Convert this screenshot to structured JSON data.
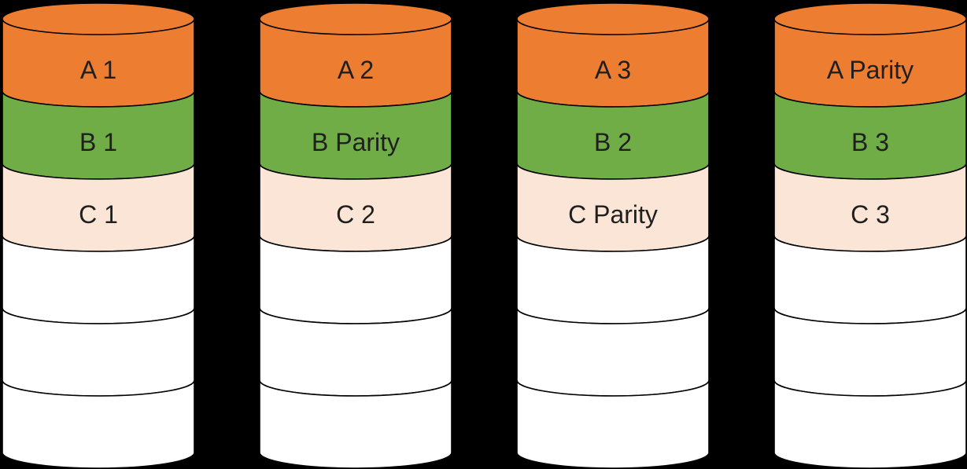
{
  "colors": {
    "a": "#ED7D31",
    "b": "#70AD47",
    "c": "#FBE5D6",
    "empty": "#FFFFFF",
    "stroke": "#000000",
    "text": "#1F1F1F",
    "background": "#000000"
  },
  "disks": [
    {
      "segments": [
        {
          "label": "A 1",
          "color_key": "a"
        },
        {
          "label": "B 1",
          "color_key": "b"
        },
        {
          "label": "C 1",
          "color_key": "c"
        },
        {
          "label": "",
          "color_key": "empty"
        },
        {
          "label": "",
          "color_key": "empty"
        },
        {
          "label": "",
          "color_key": "empty"
        }
      ]
    },
    {
      "segments": [
        {
          "label": "A 2",
          "color_key": "a"
        },
        {
          "label": "B Parity",
          "color_key": "b"
        },
        {
          "label": "C 2",
          "color_key": "c"
        },
        {
          "label": "",
          "color_key": "empty"
        },
        {
          "label": "",
          "color_key": "empty"
        },
        {
          "label": "",
          "color_key": "empty"
        }
      ]
    },
    {
      "segments": [
        {
          "label": "A 3",
          "color_key": "a"
        },
        {
          "label": "B 2",
          "color_key": "b"
        },
        {
          "label": "C Parity",
          "color_key": "c"
        },
        {
          "label": "",
          "color_key": "empty"
        },
        {
          "label": "",
          "color_key": "empty"
        },
        {
          "label": "",
          "color_key": "empty"
        }
      ]
    },
    {
      "segments": [
        {
          "label": "A Parity",
          "color_key": "a"
        },
        {
          "label": "B 3",
          "color_key": "b"
        },
        {
          "label": "C 3",
          "color_key": "c"
        },
        {
          "label": "",
          "color_key": "empty"
        },
        {
          "label": "",
          "color_key": "empty"
        },
        {
          "label": "",
          "color_key": "empty"
        }
      ]
    }
  ]
}
